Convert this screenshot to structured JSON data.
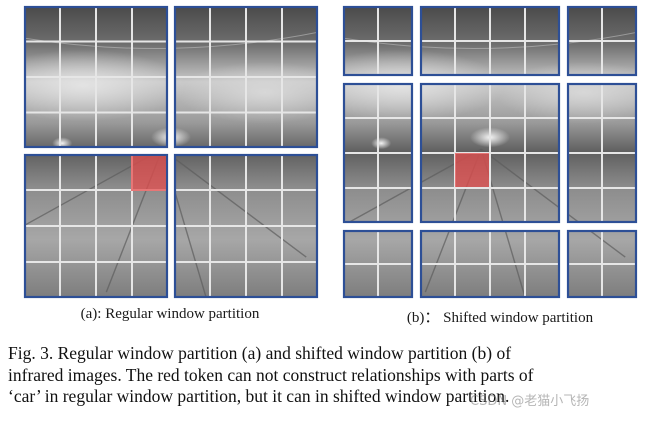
{
  "figure": {
    "panels": [
      {
        "id": "a",
        "label": "(a): Regular window partition"
      },
      {
        "id": "b",
        "label": "(b)： Shifted window partition"
      }
    ],
    "colors": {
      "window_border": "#2d4f96",
      "grid_line": "#e6e6e6",
      "token": "#e84b4b"
    }
  },
  "caption": {
    "lines": [
      "Fig. 3.   Regular window partition (a) and shifted window partition (b) of",
      "infrared images. The red token can not construct relationships with parts of",
      "‘car’ in regular window partition, but it can in shifted window partition."
    ]
  },
  "watermark": "CSDN @老猫小飞扬"
}
